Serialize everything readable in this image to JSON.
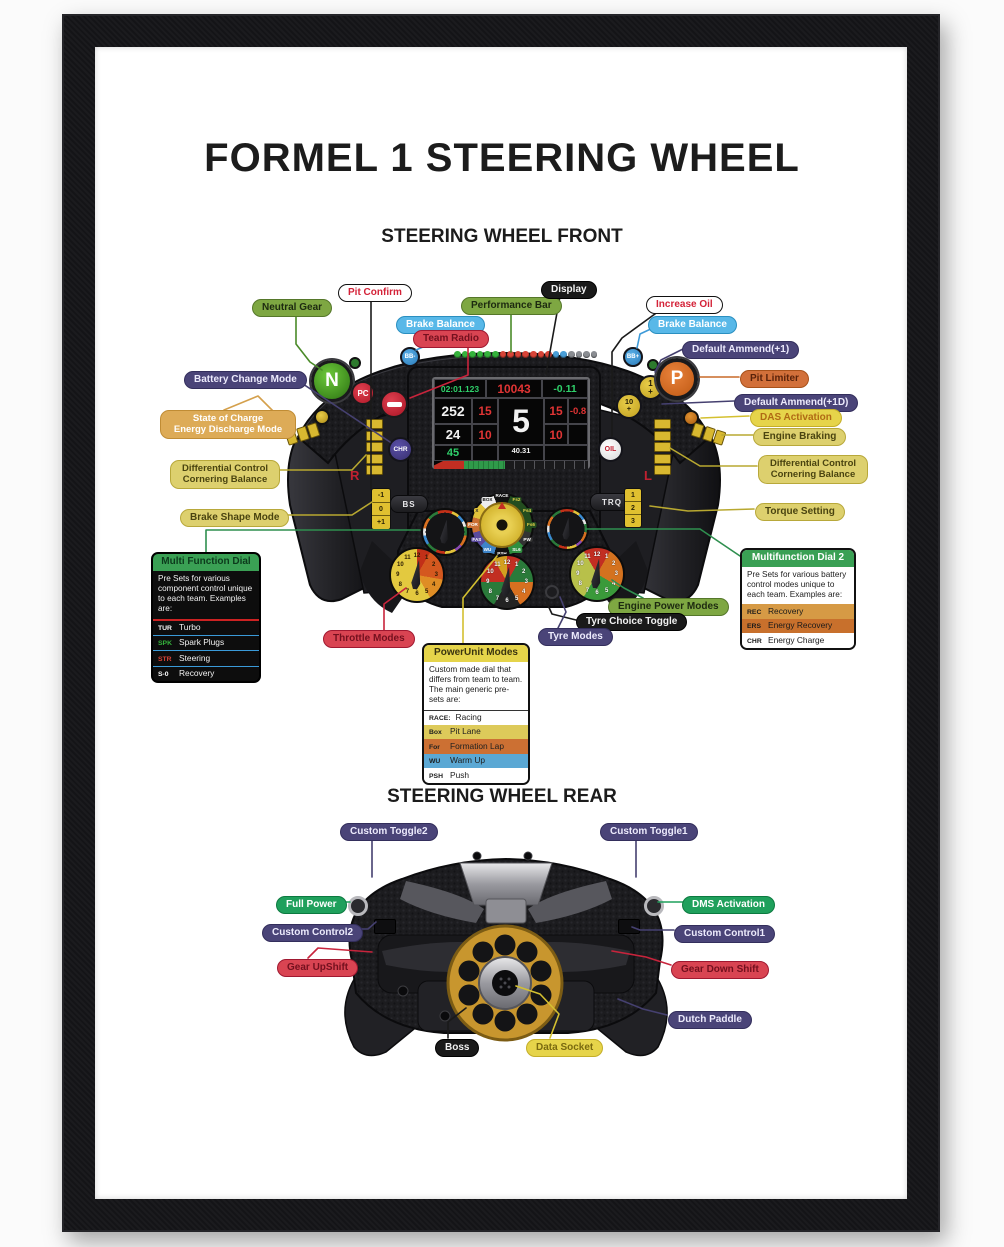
{
  "title": "FORMEL 1 STEERING WHEEL",
  "palette": {
    "label_green": "#7ea742",
    "label_dark_green": "#1fa05c",
    "label_blue": "#58b8e8",
    "label_red": "#d94452",
    "label_purple": "#4a4478",
    "label_orange": "#d2703a",
    "label_tan": "#ddab57",
    "label_khaki": "#ddd06e",
    "label_yellow": "#e6d44a",
    "label_black": "#1a1a1a",
    "display_green": "#2fd06a",
    "display_red": "#e03434",
    "hub_gold": "#c8962e",
    "body_carbon": "#1b1b1e"
  },
  "front": {
    "heading": "STEERING WHEEL FRONT",
    "labels": {
      "neutral_gear": "Neutral Gear",
      "pit_confirm": "Pit Confirm",
      "brake_balance_left": "Brake Balance",
      "team_radio": "Team Radio",
      "performance_bar": "Performance Bar",
      "display": "Display",
      "increase_oil": "Increase Oil",
      "brake_balance_right": "Brake Balance",
      "default_ammend_1": "Default Ammend(+1)",
      "battery_change_mode": "Battery Change Mode",
      "pit_limiter": "Pit Limiter",
      "default_ammend_1d": "Default Ammend(+1D)",
      "das_activation": "DAS Activation",
      "state_of_charge_1": "State of Charge",
      "state_of_charge_2": "Energy Discharge Mode",
      "engine_braking": "Engine Braking",
      "diff_control_1": "Differential Control",
      "diff_control_2": "Cornering Balance",
      "torque_setting": "Torque Setting",
      "brake_shape_mode": "Brake Shape Mode",
      "engine_power_modes": "Engine Power Modes",
      "tyre_choice_toggle": "Tyre Choice Toggle",
      "tyre_modes": "Tyre Modes",
      "throttle_modes": "Throttle Modes"
    },
    "display": {
      "laptime": "02:01.123",
      "rpm": "10043",
      "delta_top": "-0.11",
      "speed": "252",
      "r2b": "15",
      "gear": "5",
      "r2d": "15",
      "r2e": "-0.8",
      "r3a": "24",
      "r3b": "10",
      "r3d": "10",
      "r4a": "45",
      "r4c": "40.31"
    },
    "buttons": {
      "n": "N",
      "pc": "PC",
      "bb_left": "BB-",
      "bb_right": "BB+",
      "p": "P",
      "plus1_top": "1",
      "plus1_bot": "+",
      "plus10_top": "10",
      "plus10_bot": "+",
      "chr": "CHR",
      "oil": "OIL",
      "bs": "BS",
      "trq": "TRQ",
      "r": "R",
      "l": "L"
    },
    "rockers": {
      "left": [
        "-1",
        "0",
        "+1"
      ],
      "right": [
        "1",
        "2",
        "3"
      ]
    },
    "leds": [
      "#35b23c",
      "#35b23c",
      "#35b23c",
      "#35b23c",
      "#35b23c",
      "#35b23c",
      "#d84438",
      "#d84438",
      "#d84438",
      "#d84438",
      "#d84438",
      "#d84438",
      "#d84438",
      "#4a9fd8",
      "#4a9fd8",
      "#8a8d92",
      "#8a8d92",
      "#8a8d92",
      "#8a8d92"
    ],
    "dial_numbers": [
      "1",
      "2",
      "3",
      "4",
      "5",
      "6",
      "7",
      "8",
      "9",
      "10",
      "11",
      "12"
    ],
    "center_dial": [
      {
        "t": "RACE",
        "bg": "#111111",
        "fg": "#ffffff"
      },
      {
        "t": "Fs2",
        "bg": "#234d1f",
        "fg": "#e8d44a"
      },
      {
        "t": "Fs4",
        "bg": "#234d1f",
        "fg": "#e8d44a"
      },
      {
        "t": "Fs6",
        "bg": "#234d1f",
        "fg": "#e8d44a"
      },
      {
        "t": "PW",
        "bg": "#333333",
        "fg": "#ffffff"
      },
      {
        "t": "SL6",
        "bg": "#2f8f3f",
        "fg": "#ffffff"
      },
      {
        "t": "PSH",
        "bg": "#111111",
        "fg": "#ffffff"
      },
      {
        "t": "WU",
        "bg": "#3e84c8",
        "fg": "#ffffff"
      },
      {
        "t": "FAS",
        "bg": "#5a4a9c",
        "fg": "#ffffff"
      },
      {
        "t": "FOR",
        "bg": "#cc7033",
        "fg": "#ffffff"
      },
      {
        "t": "X",
        "bg": "#e2c23a",
        "fg": "#222222"
      },
      {
        "t": "BOX",
        "bg": "#eeeeee",
        "fg": "#111111"
      }
    ],
    "boxes": {
      "mfd": {
        "title": "Multi Function Dial",
        "body": "Pre Sets for various component control unique to each team. Examples are:",
        "rows": [
          {
            "abbr": "TUR",
            "label": "Turbo"
          },
          {
            "abbr": "SPK",
            "label": "Spark Plugs"
          },
          {
            "abbr": "STR",
            "label": "Steering"
          },
          {
            "abbr": "S-0",
            "label": "Recovery"
          }
        ]
      },
      "mfd2": {
        "title": "Multifunction Dial 2",
        "body": "Pre Sets for various battery control modes unique to each team. Examples are:",
        "rows": [
          {
            "abbr": "REC",
            "label": "Recovery"
          },
          {
            "abbr": "ERS",
            "label": "Energy Recovery"
          },
          {
            "abbr": "CHR",
            "label": "Energy Charge"
          }
        ]
      },
      "powerunit": {
        "title": "PowerUnit Modes",
        "body": "Custom made dial that differs from team to team. The main generic pre-sets are:",
        "rows": [
          {
            "abbr": "RACE:",
            "label": "Racing"
          },
          {
            "abbr": "Box",
            "label": "Pit Lane"
          },
          {
            "abbr": "For",
            "label": "Formation Lap"
          },
          {
            "abbr": "WU",
            "label": "Warm Up"
          },
          {
            "abbr": "PSH",
            "label": "Push"
          }
        ]
      }
    }
  },
  "rear": {
    "heading": "STEERING WHEEL REAR",
    "labels": {
      "custom_toggle2": "Custom Toggle2",
      "custom_toggle1": "Custom Toggle1",
      "full_power": "Full Power",
      "dms_activation": "DMS Activation",
      "custom_control2": "Custom Control2",
      "custom_control1": "Custom Control1",
      "gear_upshift": "Gear UpShift",
      "gear_down_shift": "Gear Down Shift",
      "dutch_paddle": "Dutch Paddle",
      "boss": "Boss",
      "data_socket": "Data Socket"
    }
  }
}
